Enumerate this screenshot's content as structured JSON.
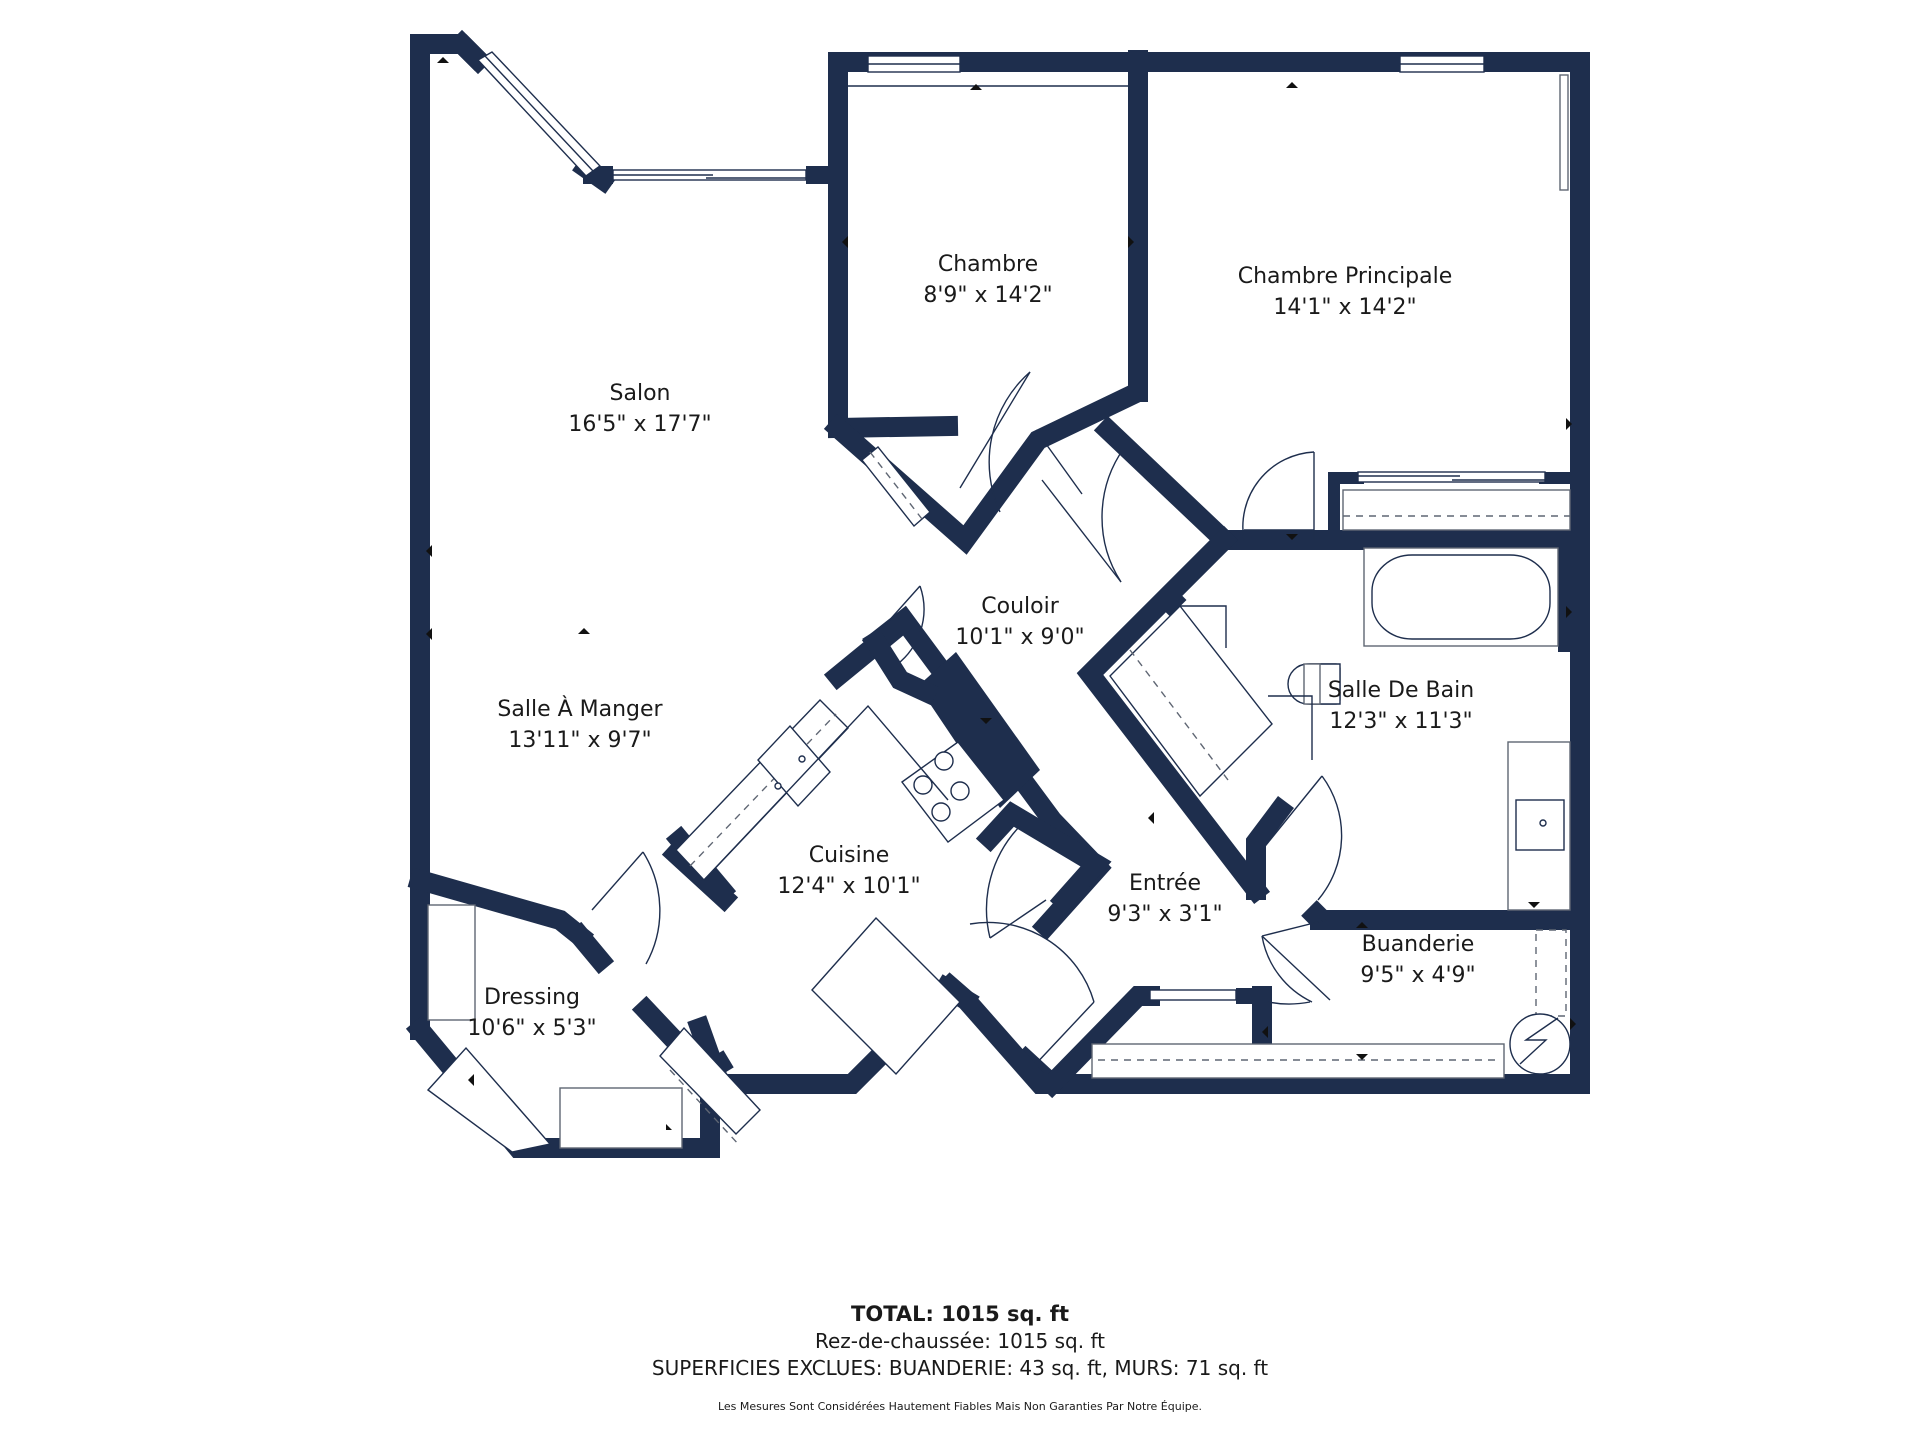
{
  "floor_plan": {
    "wall_color": "#1e2e4d",
    "background_color": "#ffffff",
    "rooms": [
      {
        "id": "salon",
        "name": "Salon",
        "dimensions": "16'5\" x 17'7\""
      },
      {
        "id": "salle-a-manger",
        "name": "Salle À Manger",
        "dimensions": "13'11\" x 9'7\""
      },
      {
        "id": "chambre",
        "name": "Chambre",
        "dimensions": "8'9\" x 14'2\""
      },
      {
        "id": "chambre-principale",
        "name": "Chambre Principale",
        "dimensions": "14'1\" x 14'2\""
      },
      {
        "id": "couloir",
        "name": "Couloir",
        "dimensions": "10'1\" x 9'0\""
      },
      {
        "id": "salle-de-bain",
        "name": "Salle De Bain",
        "dimensions": "12'3\" x 11'3\""
      },
      {
        "id": "cuisine",
        "name": "Cuisine",
        "dimensions": "12'4\" x 10'1\""
      },
      {
        "id": "entree",
        "name": "Entrée",
        "dimensions": "9'3\" x 3'1\""
      },
      {
        "id": "buanderie",
        "name": "Buanderie",
        "dimensions": "9'5\" x 4'9\""
      },
      {
        "id": "dressing",
        "name": "Dressing",
        "dimensions": "10'6\" x 5'3\""
      }
    ]
  },
  "summary": {
    "total": "TOTAL: 1015 sq. ft",
    "floor_area": "Rez-de-chaussée: 1015 sq. ft",
    "excluded": "SUPERFICIES EXCLUES: BUANDERIE: 43 sq. ft, MURS: 71 sq. ft",
    "disclaimer": "Les Mesures Sont Considérées Hautement Fiables Mais Non Garanties Par Notre Équipe."
  }
}
